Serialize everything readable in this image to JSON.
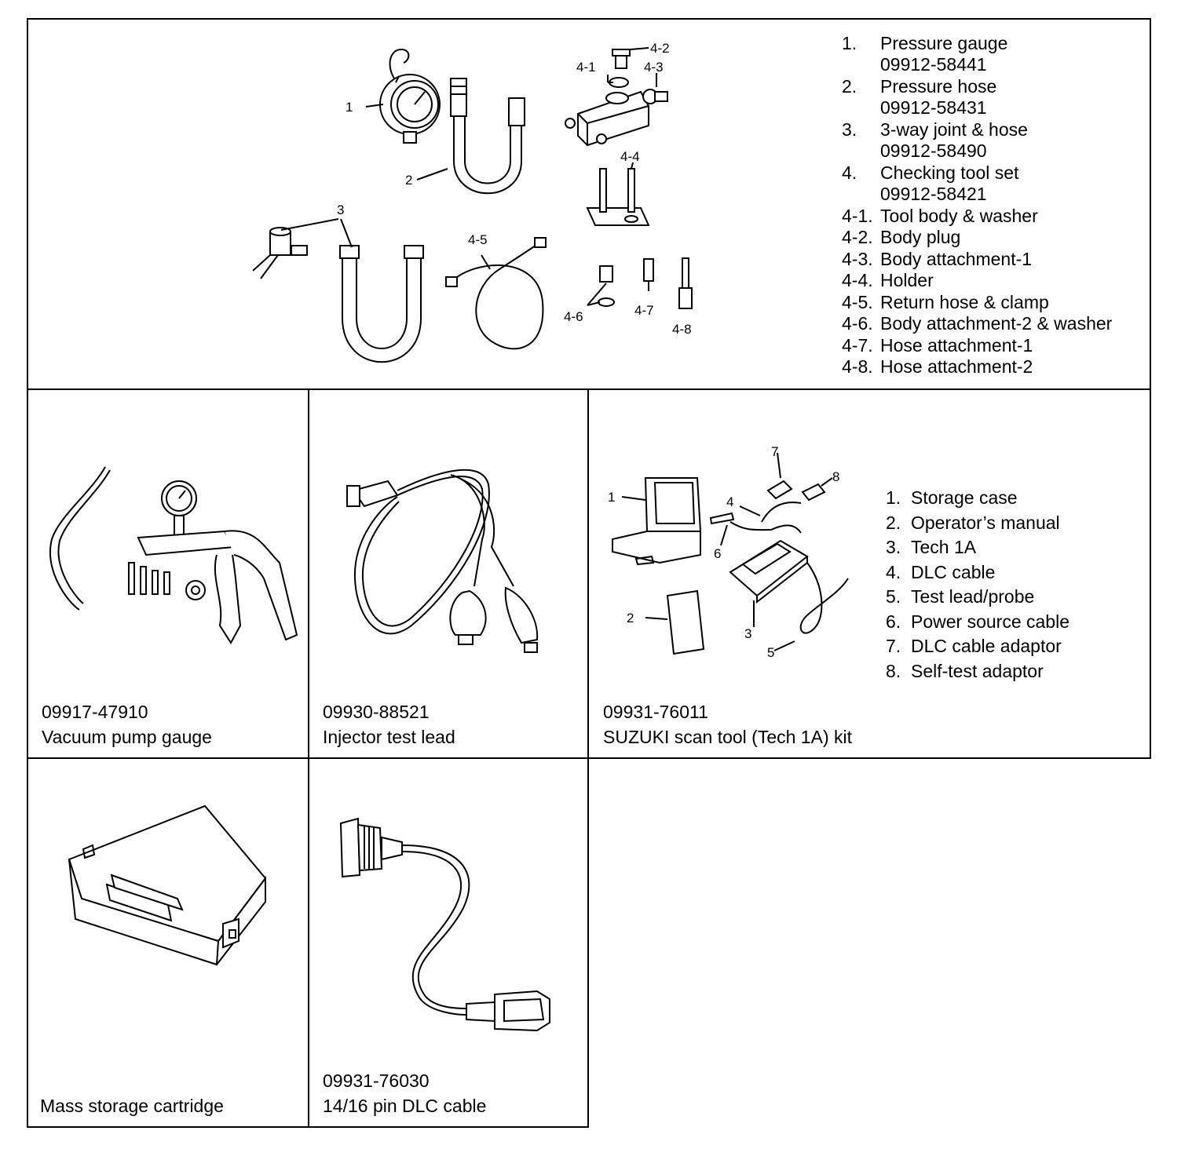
{
  "top_panel": {
    "callouts": {
      "c1": "1",
      "c2": "2",
      "c3": "3",
      "c4_1": "4-1",
      "c4_2": "4-2",
      "c4_3": "4-3",
      "c4_4": "4-4",
      "c4_5": "4-5",
      "c4_6": "4-6",
      "c4_7": "4-7",
      "c4_8": "4-8"
    },
    "legend": [
      {
        "num": "1.",
        "label": "Pressure gauge"
      },
      {
        "num": "",
        "label": "09912-58441"
      },
      {
        "num": "2.",
        "label": "Pressure hose"
      },
      {
        "num": "",
        "label": "09912-58431"
      },
      {
        "num": "3.",
        "label": "3-way joint & hose"
      },
      {
        "num": "",
        "label": "09912-58490"
      },
      {
        "num": "4.",
        "label": "Checking tool set"
      },
      {
        "num": "",
        "label": "09912-58421"
      },
      {
        "num": "4-1.",
        "label": "Tool body & washer"
      },
      {
        "num": "4-2.",
        "label": "Body plug"
      },
      {
        "num": "4-3.",
        "label": "Body attachment-1"
      },
      {
        "num": "4-4.",
        "label": "Holder"
      },
      {
        "num": "4-5.",
        "label": "Return hose & clamp"
      },
      {
        "num": "4-6.",
        "label": "Body attachment-2 & washer"
      },
      {
        "num": "4-7.",
        "label": "Hose attachment-1"
      },
      {
        "num": "4-8.",
        "label": "Hose attachment-2"
      }
    ]
  },
  "vacuum_pump": {
    "part_no": "09917-47910",
    "name": "Vacuum pump gauge"
  },
  "injector_lead": {
    "part_no": "09930-88521",
    "name": "Injector test lead"
  },
  "scan_tool": {
    "part_no": "09931-76011",
    "name": "SUZUKI scan tool (Tech 1A) kit",
    "callouts": {
      "c1": "1",
      "c2": "2",
      "c3": "3",
      "c4": "4",
      "c5": "5",
      "c6": "6",
      "c7": "7",
      "c8": "8"
    },
    "legend": [
      {
        "num": "1.",
        "label": "Storage case"
      },
      {
        "num": "2.",
        "label": "Operator’s manual"
      },
      {
        "num": "3.",
        "label": "Tech 1A"
      },
      {
        "num": "4.",
        "label": "DLC cable"
      },
      {
        "num": "5.",
        "label": "Test lead/probe"
      },
      {
        "num": "6.",
        "label": "Power source cable"
      },
      {
        "num": "7.",
        "label": "DLC cable adaptor"
      },
      {
        "num": "8.",
        "label": "Self-test adaptor"
      }
    ]
  },
  "cartridge": {
    "name": "Mass storage cartridge"
  },
  "dlc_cable": {
    "part_no": "09931-76030",
    "name": "14/16 pin DLC cable"
  }
}
